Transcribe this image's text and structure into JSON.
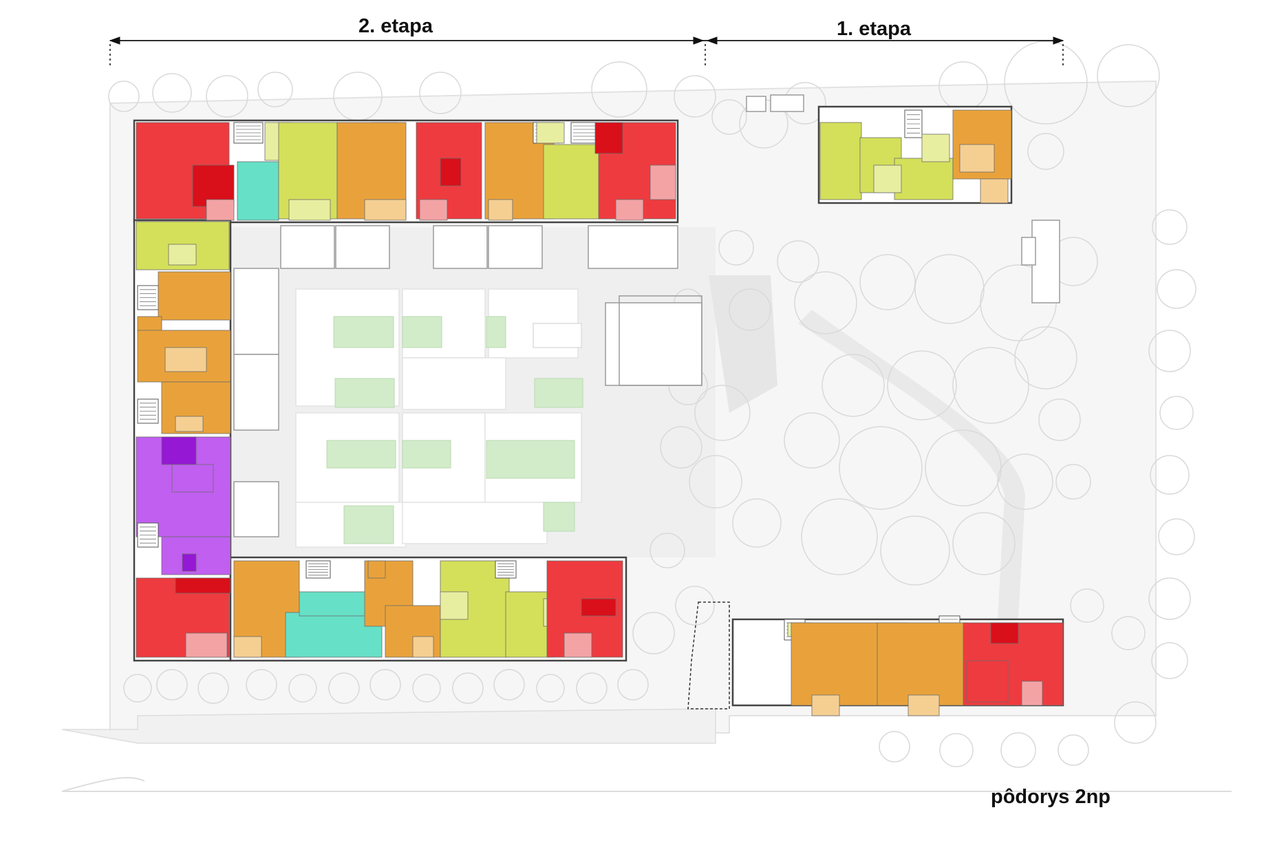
{
  "stages": {
    "stage2_label": "2. etapa",
    "stage1_label": "1. etapa"
  },
  "title": "pôdorys 2np",
  "colors": {
    "red": "#ee3b3f",
    "dark_red": "#d90f1a",
    "pink": "#f4a3a5",
    "orange": "#e9a23b",
    "light_orange": "#f5cf92",
    "yellow_green": "#d4e05a",
    "light_yellow_green": "#e8eea0",
    "teal": "#66e0c6",
    "purple": "#c05ff0",
    "dark_purple": "#9418d4",
    "courtyard_green": "#d2ecca",
    "paving": "#ececec",
    "tree_outline": "#d9d9d9",
    "wall": "#6b6b6b"
  }
}
